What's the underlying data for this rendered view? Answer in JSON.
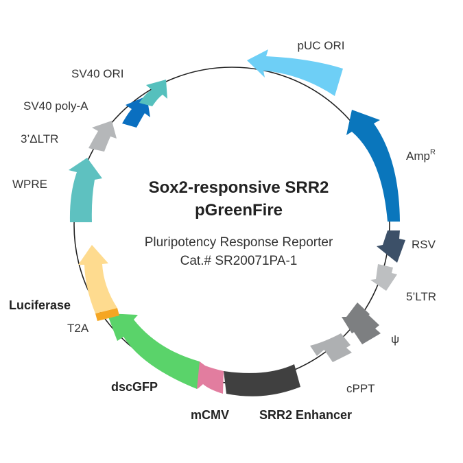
{
  "title_line1": "Sox2-responsive SRR2",
  "title_line2": "pGreenFire",
  "subtitle": "Pluripotency Response Reporter",
  "catalog": "Cat.# SR20071PA-1",
  "features": [
    {
      "id": "puc-ori",
      "label": "pUC ORI",
      "color": "#6ecff6"
    },
    {
      "id": "amp",
      "label": "Amp",
      "label_sup": "R",
      "color": "#0a76bc"
    },
    {
      "id": "rsv",
      "label": "RSV",
      "color": "#3c5068"
    },
    {
      "id": "ltr5",
      "label": "5’LTR",
      "color": "#bdbfc1"
    },
    {
      "id": "psi",
      "label": "ψ",
      "color": "#7d7f81"
    },
    {
      "id": "cppt",
      "label": "cPPT",
      "color": "#aeb0b2"
    },
    {
      "id": "srr2",
      "label": "SRR2 Enhancer",
      "color": "#404040"
    },
    {
      "id": "mcmv",
      "label": "mCMV",
      "color": "#e27d9f"
    },
    {
      "id": "dscgfp",
      "label": "dscGFP",
      "color": "#5ad36a"
    },
    {
      "id": "t2a",
      "label": "T2A",
      "color": "#f5a623"
    },
    {
      "id": "luciferase",
      "label": "Luciferase",
      "color": "#fedb8f"
    },
    {
      "id": "wpre",
      "label": "WPRE",
      "color": "#5ec1c0"
    },
    {
      "id": "ltr3",
      "label": "3’ΔLTR",
      "color": "#b5b7b9"
    },
    {
      "id": "sv40-polya",
      "label": "SV40 poly-A",
      "color": "#0a6fc0"
    },
    {
      "id": "sv40-ori",
      "label": "SV40 ORI",
      "color": "#55c0bd"
    }
  ]
}
